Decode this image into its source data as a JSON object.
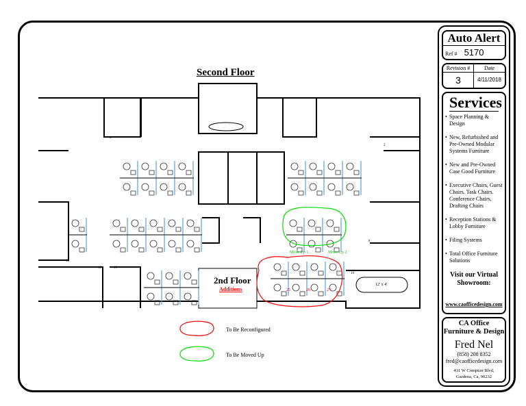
{
  "auto_alert": {
    "title": "Auto Alert",
    "ref_label": "Ref #",
    "ref": "5170"
  },
  "revision": {
    "revision_label": "Revision #",
    "date_label": "Date",
    "revision": "3",
    "date": "4/11/2018"
  },
  "services": {
    "title": "Services",
    "items": [
      "Space Planning & Design",
      "New, Refurbished and Pre-Owned Modular Systems Furniture",
      "New and Pre-Owned Case Good Furniture",
      "Executive Chairs, Guest Chairs. Task Chairs. Conference Chairs, Drafting Chairs",
      "Reception Stations & Lobby Furniture",
      "Filing Systems",
      "Total Office Furniture Solutions"
    ],
    "visit": "Visit our Virtual Showroom:",
    "url": "www.caofficedesign.com"
  },
  "company": {
    "name": "CA Office Furniture & Design",
    "person": "Fred Nel",
    "phone": "(858) 208 8352",
    "email": "fred@caofficedesign.com",
    "address1": "431 W Compton Blvd,",
    "address2": "Gardena, Ca, 90232"
  },
  "plan": {
    "title": "Second Floor",
    "addition_title": "2nd Floor",
    "addition_sub": "Additions",
    "move_up_1": "Move Up 1",
    "move_up_2": "Move Up 2",
    "conference": "12' x 4'",
    "rooms": [
      "4",
      "2",
      "8",
      "9",
      "10",
      "12",
      "12",
      "13"
    ],
    "desks": [
      "25",
      "26",
      "27"
    ]
  },
  "legend": {
    "reconfigured": "To Be Reconfigured",
    "moved_up": "To Be Moved Up",
    "reconfigured_color": "#ff0000",
    "moved_up_color": "#00dd00"
  }
}
